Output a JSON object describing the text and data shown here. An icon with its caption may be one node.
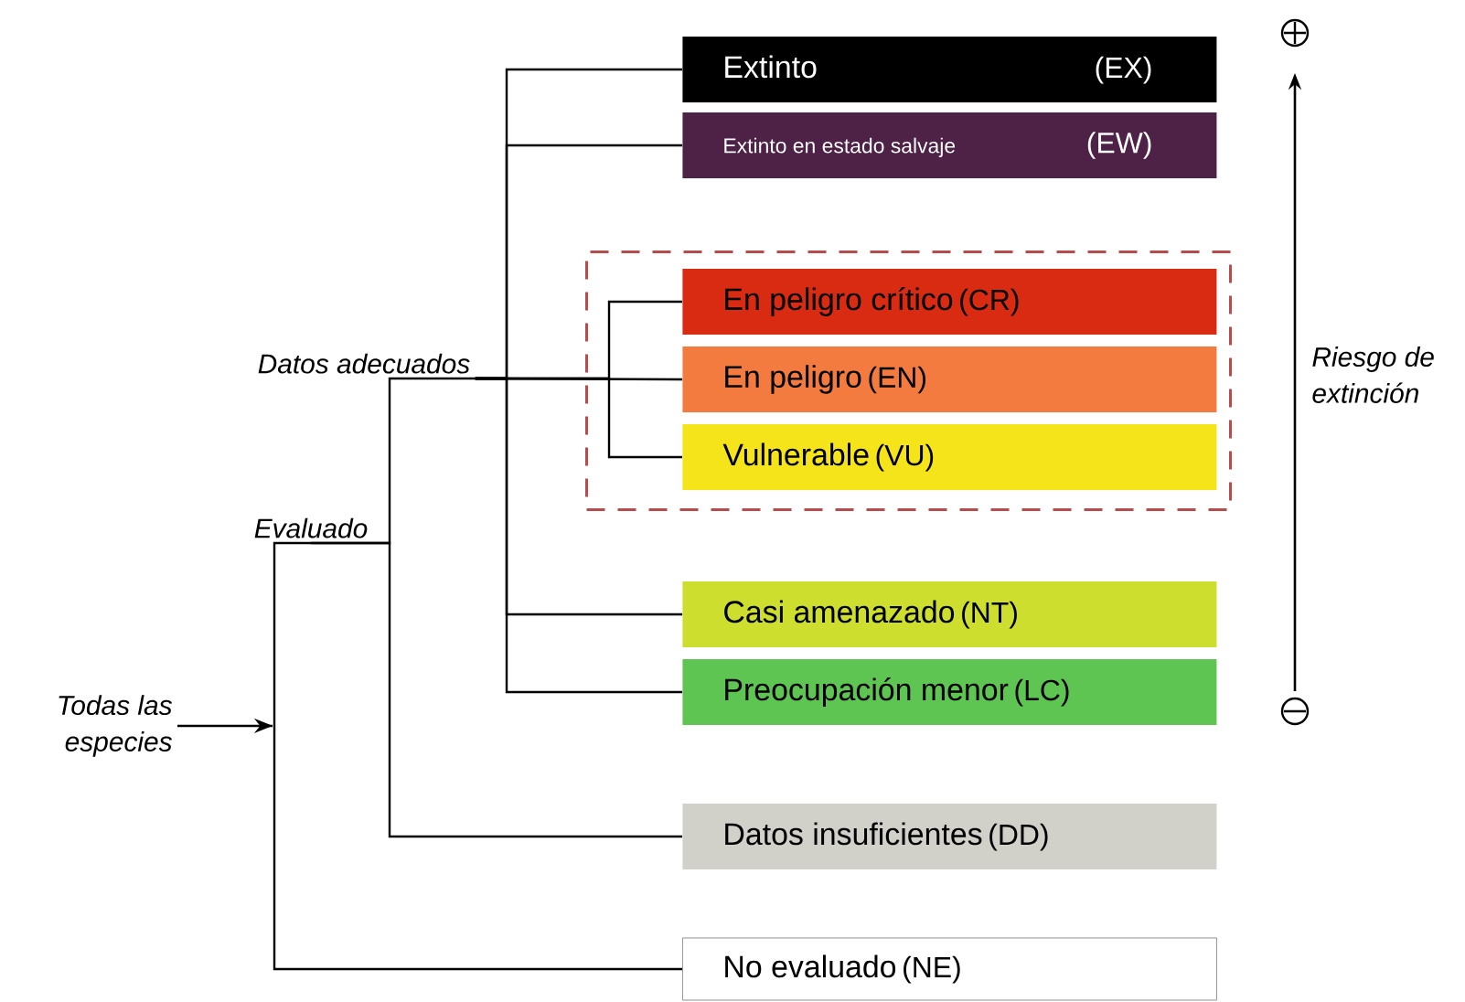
{
  "diagram": {
    "nodes": [
      {
        "text": [
          "Todas las especies"
        ]
      },
      {
        "text": [
          "Evaluado"
        ]
      },
      {
        "text": [
          "Datos adecuados"
        ]
      },
      {
        "text": [],
        "shape": "box"
      },
      {
        "text": [
          "Extinto",
          "(EX)"
        ]
      },
      {
        "text": [
          "Extinto en estado salvaje",
          "(EW)"
        ]
      },
      {
        "text": [
          "En peligro crítico",
          "(CR)"
        ],
        "in": 3
      },
      {
        "text": [
          "En peligro",
          "(EN)"
        ],
        "in": 3
      },
      {
        "text": [
          "Vulnerable",
          "(VU)"
        ],
        "in": 3
      },
      {
        "text": [
          "Casi amenazado",
          "(NT)"
        ]
      },
      {
        "text": [
          "Preocupación menor",
          "(LC)"
        ]
      },
      {
        "text": [
          "Datos insuficientes",
          "(DD)"
        ]
      },
      {
        "text": [
          "No evaluado",
          "(NE)"
        ]
      }
    ],
    "edges": [
      {
        "from": 0,
        "to": null,
        "arrow": "to"
      },
      {
        "from": 1,
        "to": 12,
        "arrow": "none"
      },
      {
        "from": 1,
        "to": 2,
        "arrow": "none"
      },
      {
        "from": 1,
        "to": 11,
        "arrow": "none"
      },
      {
        "from": 2,
        "to": 4,
        "arrow": "none"
      },
      {
        "from": 2,
        "to": 5,
        "arrow": "none"
      },
      {
        "from": 2,
        "to": 6,
        "arrow": "none"
      },
      {
        "from": 2,
        "to": 7,
        "arrow": "none"
      },
      {
        "from": 2,
        "to": 8,
        "arrow": "none"
      },
      {
        "from": 2,
        "to": 9,
        "arrow": "none"
      },
      {
        "from": 2,
        "to": 10,
        "arrow": "none"
      }
    ],
    "labels": [
      "Riesgo de extinción"
    ]
  }
}
